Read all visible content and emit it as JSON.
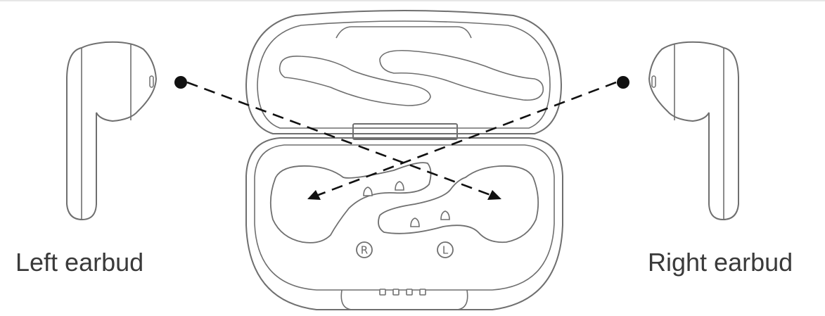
{
  "labels": {
    "left_earbud": "Left earbud",
    "right_earbud": "Right earbud"
  },
  "case": {
    "slot_markings": {
      "left_slot": "R",
      "right_slot": "L"
    },
    "indicator_led_count": 4
  },
  "colors": {
    "line": "#6f6f6f",
    "dark": "#111111",
    "text": "#3a3a3a",
    "background": "#ffffff"
  }
}
